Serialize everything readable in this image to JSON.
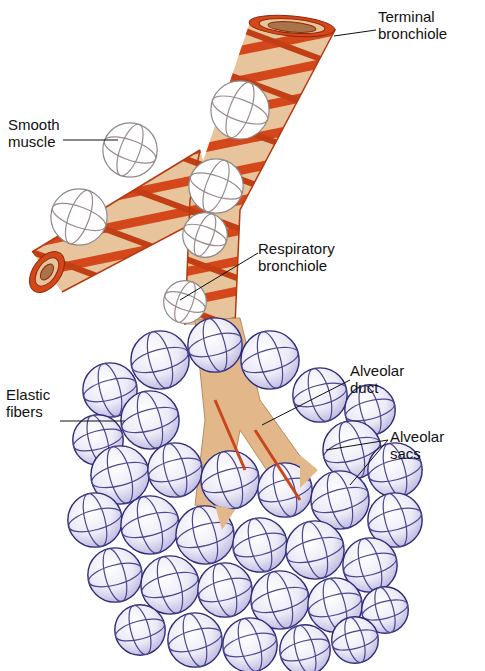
{
  "diagram": {
    "labels": [
      "Terminal bronchiole",
      "Smooth muscle",
      "Respiratory bronchiole",
      "Alveolar duct",
      "Elastic fibers",
      "Alveolar sacs"
    ]
  }
}
